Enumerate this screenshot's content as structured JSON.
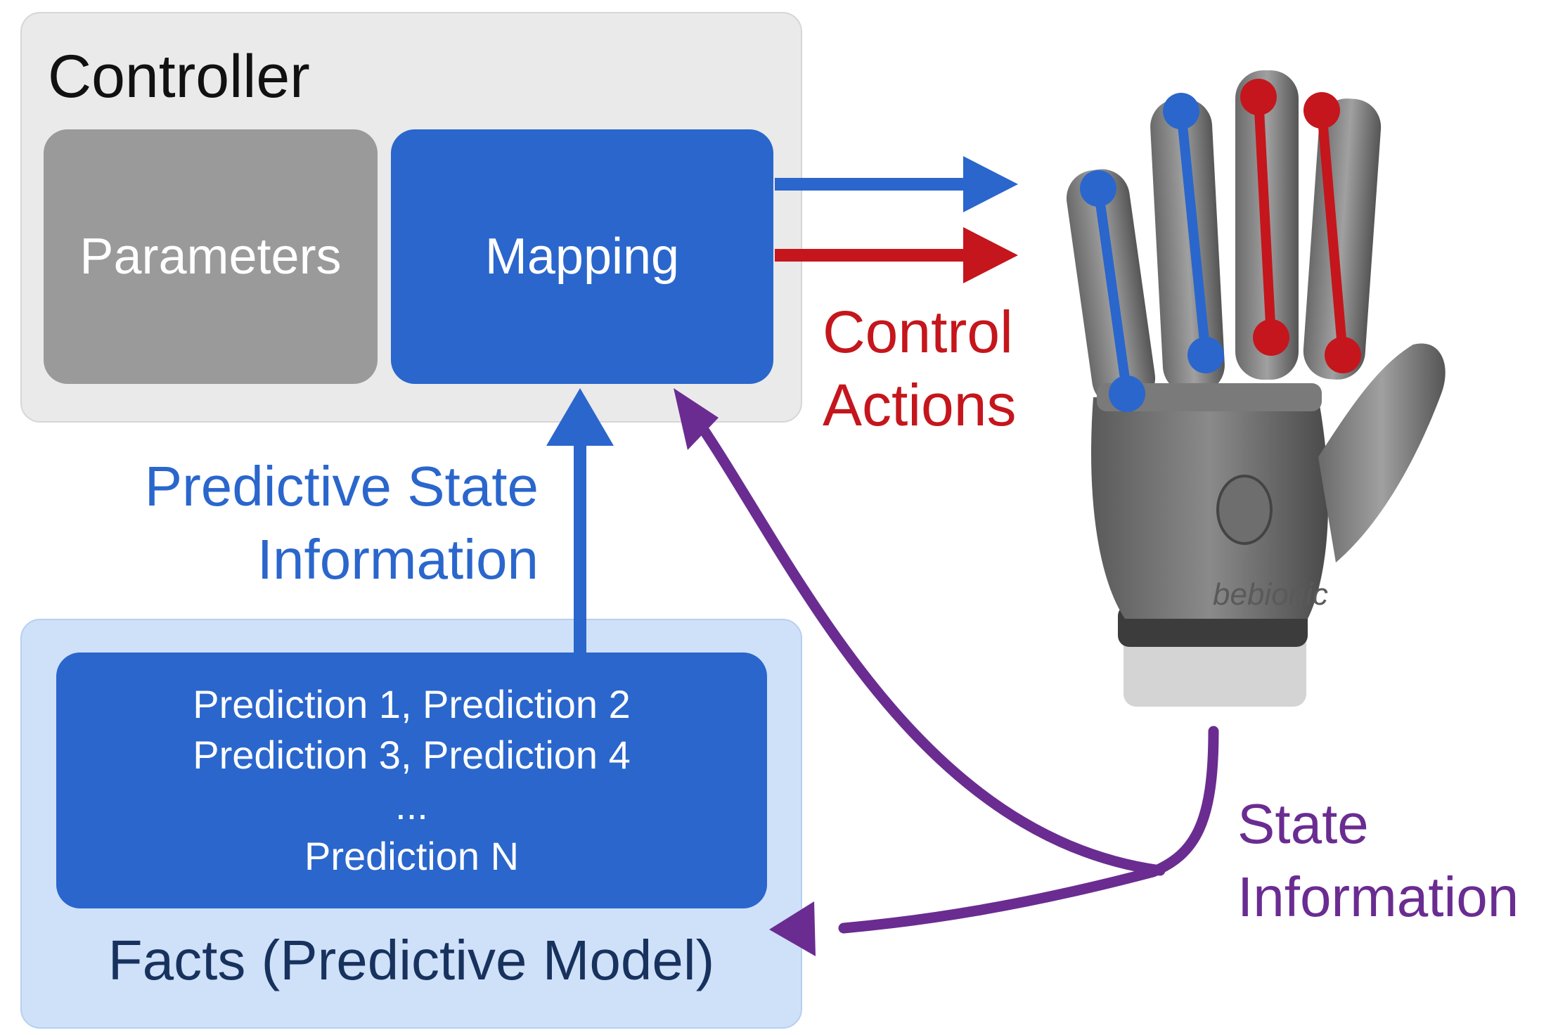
{
  "controller": {
    "title": "Controller",
    "parameters_label": "Parameters",
    "mapping_label": "Mapping"
  },
  "facts": {
    "title": "Facts (Predictive Model)",
    "predictions": [
      "Prediction 1, Prediction 2",
      "Prediction 3, Prediction 4",
      "...",
      "Prediction N"
    ]
  },
  "labels": {
    "predictive_state": [
      "Predictive State",
      "Information"
    ],
    "control_actions": [
      "Control",
      "Actions"
    ],
    "state_information": [
      "State",
      "Information"
    ]
  },
  "hand_logo_text": "bebionic",
  "colors": {
    "controller_bg": "#eaeaea",
    "parameters": "#9a9a9a",
    "mapping": "#2a66cc",
    "facts_bg": "#cfe1f9",
    "blue": "#2a66cc",
    "red": "#c4161c",
    "purple": "#6a2c91"
  }
}
